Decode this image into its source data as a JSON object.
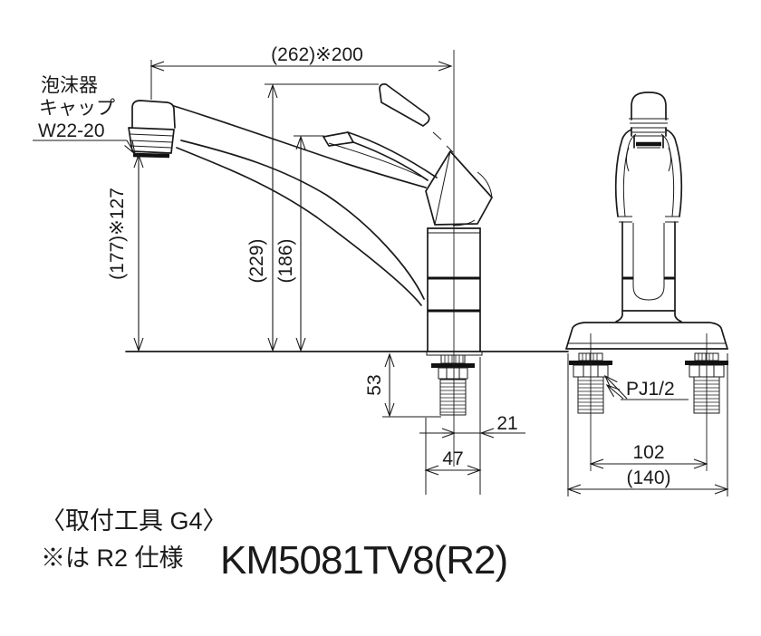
{
  "page": {
    "background": "#ffffff",
    "ink_color": "#1a1a1a"
  },
  "product": {
    "model": "KM5081TV8(R2)"
  },
  "notes": {
    "mounting_tool": "〈取付工具 G4〉",
    "spec_note": "※は R2 仕様"
  },
  "callouts": {
    "aerator_cap_line1": "泡沫器",
    "aerator_cap_line2": "キャップ",
    "aerator_cap_line3": "W22-20",
    "thread_type": "PJ1/2"
  },
  "dimensions": {
    "spout_reach": "(262)※200",
    "spout_outlet_height": "(177)※127",
    "handle_up_height": "(229)",
    "handle_rest_height": "(186)",
    "shank_length": "53",
    "center_offset": "21",
    "body_width": "47",
    "hole_pitch": "102",
    "base_width": "(140)"
  }
}
